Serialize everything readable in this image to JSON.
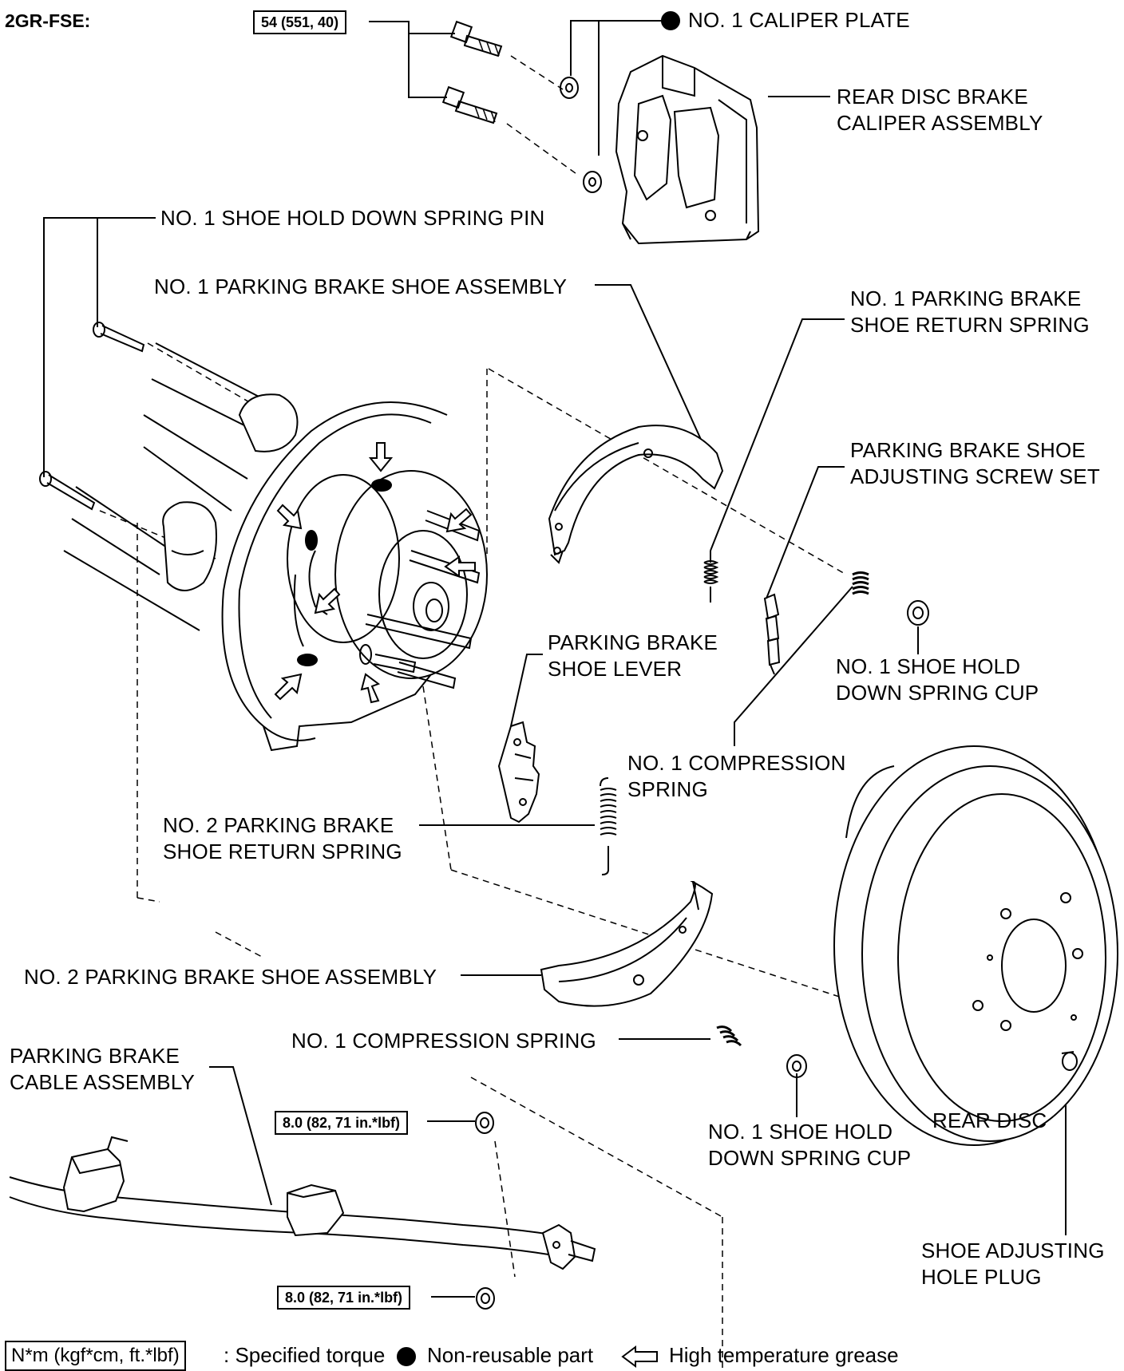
{
  "engine_label": "2GR-FSE:",
  "torque_values": {
    "caliper_bolt": "54 (551, 40)",
    "cable_nut_upper": "8.0 (82, 71 in.*lbf)",
    "cable_nut_lower": "8.0 (82, 71 in.*lbf)"
  },
  "labels": {
    "caliper_plate": "NO. 1 CALIPER PLATE",
    "caliper_assembly_l1": "REAR DISC BRAKE",
    "caliper_assembly_l2": "CALIPER ASSEMBLY",
    "hold_down_pin": "NO. 1 SHOE HOLD DOWN SPRING PIN",
    "shoe_assembly_1": "NO. 1 PARKING BRAKE SHOE ASSEMBLY",
    "return_spring_1_l1": "NO. 1 PARKING BRAKE",
    "return_spring_1_l2": "SHOE RETURN SPRING",
    "adjusting_screw_l1": "PARKING BRAKE SHOE",
    "adjusting_screw_l2": "ADJUSTING SCREW SET",
    "shoe_lever_l1": "PARKING BRAKE",
    "shoe_lever_l2": "SHOE LEVER",
    "spring_cup_1_l1": "NO. 1 SHOE HOLD",
    "spring_cup_1_l2": "DOWN SPRING CUP",
    "compression_spring_1_l1": "NO. 1 COMPRESSION",
    "compression_spring_1_l2": "SPRING",
    "return_spring_2_l1": "NO.  2 PARKING BRAKE",
    "return_spring_2_l2": "SHOE RETURN SPRING",
    "shoe_assembly_2": "NO. 2 PARKING BRAKE SHOE ASSEMBLY",
    "compression_spring_2": "NO. 1 COMPRESSION SPRING",
    "cable_assembly_l1": "PARKING BRAKE",
    "cable_assembly_l2": "CABLE ASSEMBLY",
    "spring_cup_2_l1": "NO. 1 SHOE HOLD",
    "spring_cup_2_l2": "DOWN SPRING CUP",
    "rear_disc": "REAR DISC",
    "hole_plug_l1": "SHOE ADJUSTING",
    "hole_plug_l2": "HOLE PLUG"
  },
  "legend": {
    "torque_unit": "N*m (kgf*cm, ft.*lbf)",
    "torque_text": ": Specified torque",
    "non_reusable": "Non-reusable part",
    "grease": "High temperature grease"
  }
}
